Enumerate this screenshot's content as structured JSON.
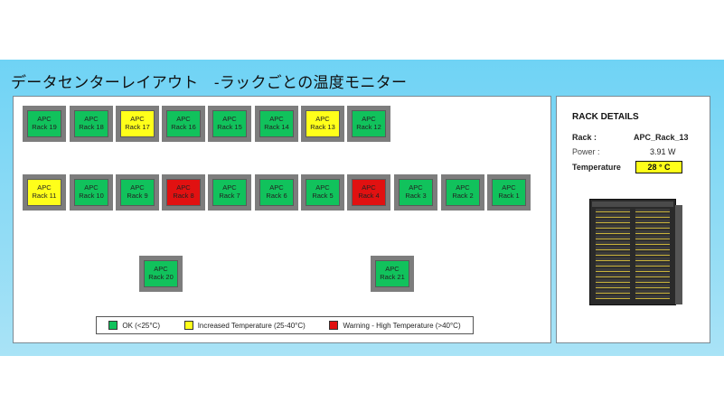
{
  "title": "データセンターレイアウト　-ラックごとの温度モニター",
  "colors": {
    "ok": "#11c25c",
    "increased": "#ffff1a",
    "warning": "#e11111"
  },
  "racks": [
    {
      "line1": "APC",
      "line2": "Rack 19",
      "status": "ok"
    },
    {
      "line1": "APC",
      "line2": "Rack 18",
      "status": "ok"
    },
    {
      "line1": "APC",
      "line2": "Rack 17",
      "status": "increased"
    },
    {
      "line1": "APC",
      "line2": "Rack 16",
      "status": "ok"
    },
    {
      "line1": "APC",
      "line2": "Rack 15",
      "status": "ok"
    },
    {
      "line1": "APC",
      "line2": "Rack 14",
      "status": "ok"
    },
    {
      "line1": "APC",
      "line2": "Rack 13",
      "status": "increased"
    },
    {
      "line1": "APC",
      "line2": "Rack 12",
      "status": "ok"
    },
    {
      "line1": "APC",
      "line2": "Rack 11",
      "status": "increased"
    },
    {
      "line1": "APC",
      "line2": "Rack 10",
      "status": "ok"
    },
    {
      "line1": "APC",
      "line2": "Rack 9",
      "status": "ok"
    },
    {
      "line1": "APC",
      "line2": "Rack 8",
      "status": "warning"
    },
    {
      "line1": "APC",
      "line2": "Rack 7",
      "status": "ok"
    },
    {
      "line1": "APC",
      "line2": "Rack 6",
      "status": "ok"
    },
    {
      "line1": "APC",
      "line2": "Rack 5",
      "status": "ok"
    },
    {
      "line1": "APC",
      "line2": "Rack 4",
      "status": "warning"
    },
    {
      "line1": "APC",
      "line2": "Rack 3",
      "status": "ok"
    },
    {
      "line1": "APC",
      "line2": "Rack 2",
      "status": "ok"
    },
    {
      "line1": "APC",
      "line2": "Rack 1",
      "status": "ok"
    },
    {
      "line1": "APC",
      "line2": "Rack 20",
      "status": "ok"
    },
    {
      "line1": "APC",
      "line2": "Rack 21",
      "status": "ok"
    }
  ],
  "legend": {
    "ok": "OK (<25°C)",
    "increased": "Increased Temperature (25-40°C)",
    "warning": "Warning - High Temperature (>40°C)"
  },
  "details": {
    "heading": "RACK DETAILS",
    "rack_label": "Rack :",
    "rack_value": "APC_Rack_13",
    "power_label": "Power :",
    "power_value": "3.91  W",
    "temp_label": "Temperature",
    "temp_value": "28 ° C",
    "image_icon": "server-rack-cabinet-icon"
  }
}
